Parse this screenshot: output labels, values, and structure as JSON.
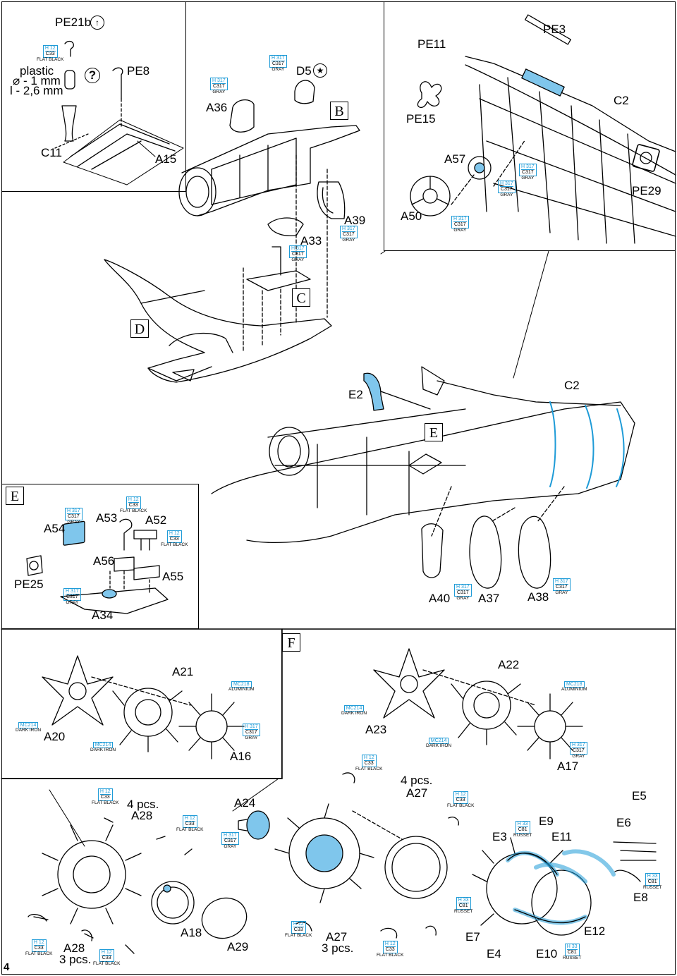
{
  "page_number": "4",
  "sections": {
    "b_box": "B",
    "c_box": "C",
    "d_box": "D",
    "e_box_main": "E",
    "e_box_inset": "E",
    "f_box": "F"
  },
  "parts": {
    "pe21b": "PE21b",
    "pe8": "PE8",
    "c11": "C11",
    "a15": "A15",
    "a36": "A36",
    "d5": "D5",
    "a39": "A39",
    "a33": "A33",
    "pe11": "PE11",
    "pe3": "PE3",
    "c2_top": "C2",
    "pe15": "PE15",
    "a57": "A57",
    "a50": "A50",
    "pe29": "PE29",
    "e2": "E2",
    "c2_mid": "C2",
    "a54": "A54",
    "a53": "A53",
    "a52": "A52",
    "a56": "A56",
    "a55": "A55",
    "pe25": "PE25",
    "a34": "A34",
    "a40": "A40",
    "a37": "A37",
    "a38": "A38",
    "a21": "A21",
    "a22": "A22",
    "a20": "A20",
    "a23": "A23",
    "a16": "A16",
    "a17": "A17",
    "a28": "A28",
    "a28_qty": "4 pcs.",
    "a24": "A24",
    "a27": "A27",
    "a27_qty": "4 pcs.",
    "e5": "E5",
    "e9": "E9",
    "e3": "E3",
    "e11": "E11",
    "e6": "E6",
    "e8": "E8",
    "a18": "A18",
    "a29": "A29",
    "a28_bottom": "A28",
    "a28_bottom_qty": "3 pcs.",
    "a27_bottom": "A27",
    "a27_bottom_qty": "3 pcs.",
    "e7": "E7",
    "e4": "E4",
    "e10": "E10",
    "e12": "E12"
  },
  "note": {
    "line1": "plastic",
    "line2": "⌀ - 1 mm",
    "line3": "l - 2,6 mm"
  },
  "paints": {
    "gray": {
      "hobby": "H 317",
      "mr": "C317",
      "name": "GRAY"
    },
    "flat_black": {
      "hobby": "H 12",
      "mr": "C33",
      "name": "FLAT BLACK"
    },
    "russet": {
      "hobby": "H 33",
      "mr": "C81",
      "name": "RUSSET"
    },
    "aluminium": {
      "hobby": "MC218",
      "mr": "",
      "name": "ALUMINIUM"
    },
    "dark_iron": {
      "hobby": "MC214",
      "mr": "",
      "name": "DARK IRON"
    }
  },
  "colors": {
    "paint_accent": "#1e9bd7",
    "highlight_fill": "#7fc6ec"
  }
}
